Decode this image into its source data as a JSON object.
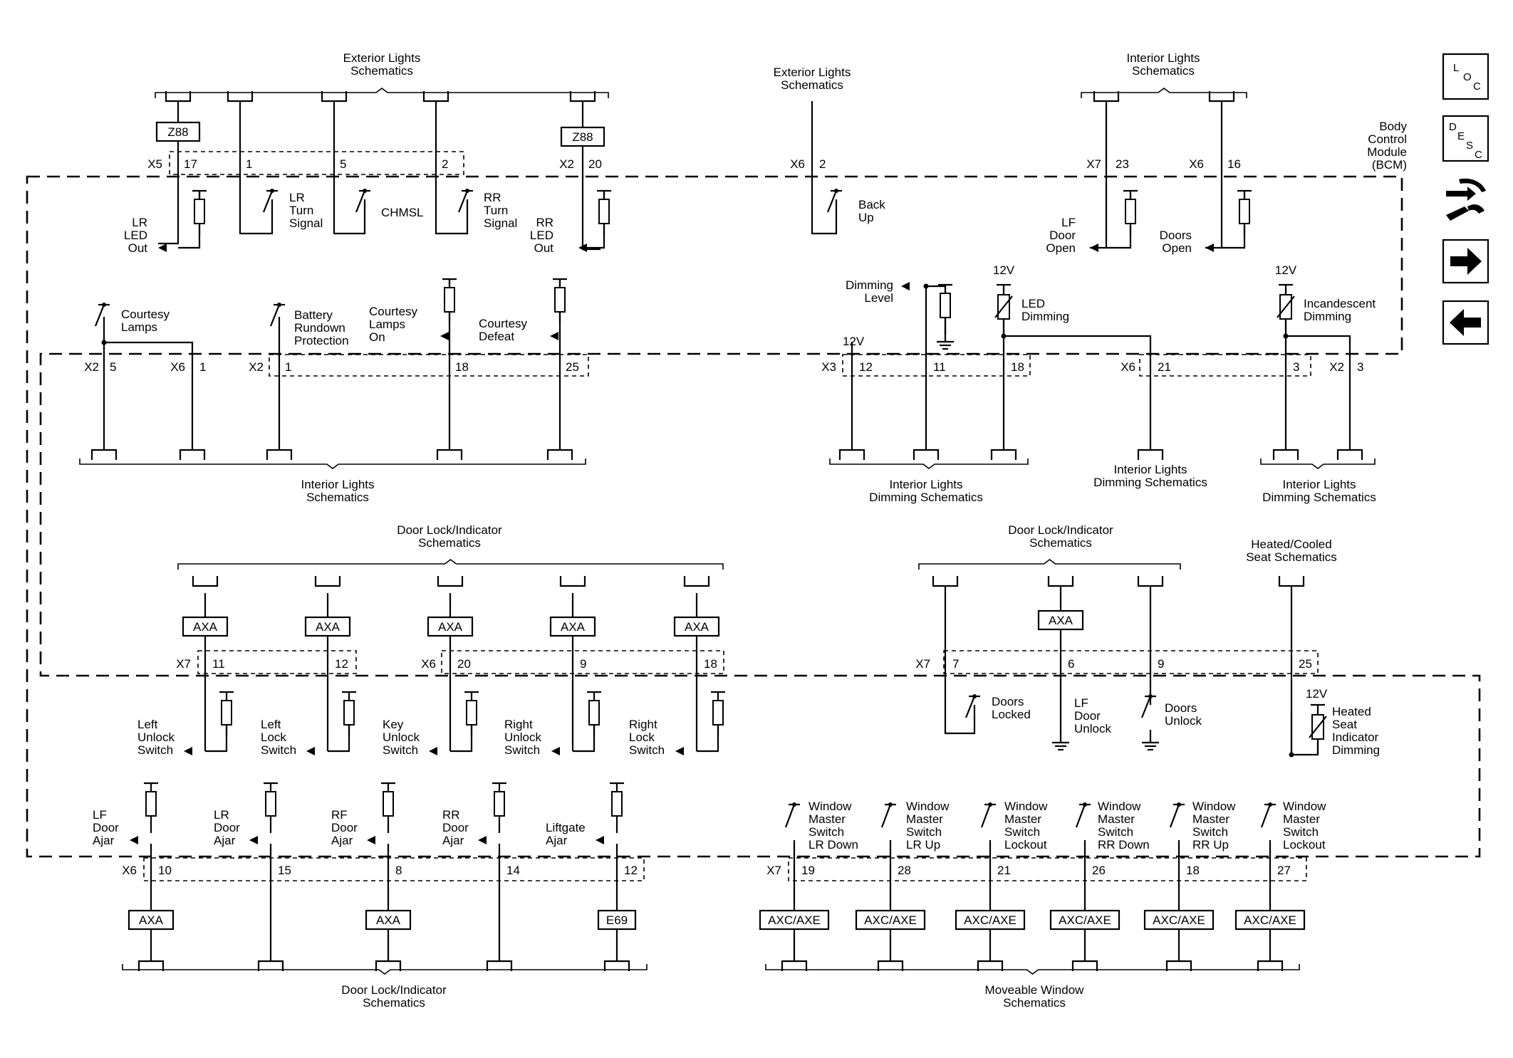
{
  "module": {
    "line1": "Body",
    "line2": "Control",
    "line3": "Module",
    "line4": "(BCM)"
  },
  "nav": [
    {
      "name": "loc-button",
      "sym": [
        "L",
        "O",
        "C"
      ]
    },
    {
      "name": "desc-button",
      "sym": [
        "D",
        "E",
        "S",
        "C"
      ]
    },
    {
      "name": "connector-views-button"
    },
    {
      "name": "next-page-button"
    },
    {
      "name": "previous-page-button"
    }
  ],
  "brackets": [
    [
      "Exterior Lights",
      "Schematics"
    ],
    [
      "Exterior Lights",
      "Schematics"
    ],
    [
      "Interior Lights",
      "Schematics"
    ],
    [
      "Interior Lights",
      "Schematics"
    ],
    [
      "Interior Lights",
      "Dimming Schematics"
    ],
    [
      "Interior Lights",
      "Dimming Schematics"
    ],
    [
      "Interior Lights",
      "Dimming Schematics"
    ],
    [
      "Door Lock/Indicator",
      "Schematics"
    ],
    [
      "Door Lock/Indicator",
      "Schematics"
    ],
    [
      "Heated/Cooled",
      "Seat Schematics"
    ],
    [
      "Door Lock/Indicator",
      "Schematics"
    ],
    [
      "Moveable Window",
      "Schematics"
    ]
  ],
  "tags": [
    "Z88",
    "Z88",
    "AXA",
    "AXA",
    "AXA",
    "AXA",
    "AXA",
    "AXA",
    "AXA",
    "AXA",
    "E69",
    "AXC/AXE",
    "AXC/AXE",
    "AXC/AXE",
    "AXC/AXE",
    "AXC/AXE",
    "AXC/AXE"
  ],
  "connectors": {
    "row1": [
      {
        "conn": "X5",
        "pins": [
          "17",
          "1",
          "5",
          "2"
        ]
      },
      {
        "conn": "X2",
        "pins": [
          "20"
        ]
      },
      {
        "conn": "X6",
        "pins": [
          "2"
        ]
      },
      {
        "conn": "X7",
        "pins": [
          "23"
        ]
      },
      {
        "conn": "X6",
        "pins": [
          "16"
        ]
      }
    ],
    "row2": [
      {
        "conn": "X2",
        "pins": [
          "5"
        ]
      },
      {
        "conn": "X6",
        "pins": [
          "1"
        ]
      },
      {
        "conn": "X2",
        "pins": [
          "1",
          "18",
          "25"
        ]
      },
      {
        "conn": "X3",
        "pins": [
          "12",
          "11",
          "18"
        ]
      },
      {
        "conn": "X6",
        "pins": [
          "21",
          "3"
        ]
      },
      {
        "conn": "X2",
        "pins": [
          "3"
        ]
      }
    ],
    "row3": [
      {
        "conn": "X7",
        "pins": [
          "11",
          "12"
        ]
      },
      {
        "conn": "X6",
        "pins": [
          "20",
          "9",
          "18"
        ]
      },
      {
        "conn": "X7",
        "pins": [
          "7",
          "6",
          "9",
          "25"
        ]
      }
    ],
    "row4": [
      {
        "conn": "X6",
        "pins": [
          "10",
          "15",
          "8",
          "14",
          "12"
        ]
      },
      {
        "conn": "X7",
        "pins": [
          "19",
          "28",
          "21",
          "26",
          "18",
          "27"
        ]
      }
    ]
  },
  "labels": {
    "lr_led_out": [
      "LR",
      "LED",
      "Out"
    ],
    "lr_turn": [
      "LR",
      "Turn",
      "Signal"
    ],
    "chmsl": [
      "CHMSL"
    ],
    "rr_turn": [
      "RR",
      "Turn",
      "Signal"
    ],
    "rr_led_out": [
      "RR",
      "LED",
      "Out"
    ],
    "back_up": [
      "Back",
      "Up"
    ],
    "lf_door_open": [
      "LF",
      "Door",
      "Open"
    ],
    "doors_open": [
      "Doors",
      "Open"
    ],
    "courtesy_lamps": [
      "Courtesy",
      "Lamps"
    ],
    "battery_rundown": [
      "Battery",
      "Rundown",
      "Protection"
    ],
    "courtesy_lamps_on": [
      "Courtesy",
      "Lamps",
      "On"
    ],
    "courtesy_defeat": [
      "Courtesy",
      "Defeat"
    ],
    "dimming_level": [
      "Dimming",
      "Level"
    ],
    "v12_led": [
      "12V"
    ],
    "led_dimming": [
      "LED",
      "Dimming"
    ],
    "v12_inc": [
      "12V"
    ],
    "incandescent_dimming": [
      "Incandescent",
      "Dimming"
    ],
    "v12_x3": [
      "12V"
    ],
    "left_unlock": [
      "Left",
      "Unlock",
      "Switch"
    ],
    "left_lock": [
      "Left",
      "Lock",
      "Switch"
    ],
    "key_unlock": [
      "Key",
      "Unlock",
      "Switch"
    ],
    "right_unlock": [
      "Right",
      "Unlock",
      "Switch"
    ],
    "right_lock": [
      "Right",
      "Lock",
      "Switch"
    ],
    "doors_locked": [
      "Doors",
      "Locked"
    ],
    "lf_door_unlock": [
      "LF",
      "Door",
      "Unlock"
    ],
    "doors_unlock": [
      "Doors",
      "Unlock"
    ],
    "v12_seat": [
      "12V"
    ],
    "heated_seat": [
      "Heated",
      "Seat",
      "Indicator",
      "Dimming"
    ],
    "lf_door_ajar": [
      "LF",
      "Door",
      "Ajar"
    ],
    "lr_door_ajar": [
      "LR",
      "Door",
      "Ajar"
    ],
    "rf_door_ajar": [
      "RF",
      "Door",
      "Ajar"
    ],
    "rr_door_ajar": [
      "RR",
      "Door",
      "Ajar"
    ],
    "liftgate_ajar": [
      "Liftgate",
      "Ajar"
    ],
    "wm_lr_down": [
      "Window",
      "Master",
      "Switch",
      "LR Down"
    ],
    "wm_lr_up": [
      "Window",
      "Master",
      "Switch",
      "LR Up"
    ],
    "wm_lockout1": [
      "Window",
      "Master",
      "Switch",
      "Lockout"
    ],
    "wm_rr_down": [
      "Window",
      "Master",
      "Switch",
      "RR Down"
    ],
    "wm_rr_up": [
      "Window",
      "Master",
      "Switch",
      "RR Up"
    ],
    "wm_lockout2": [
      "Window",
      "Master",
      "Switch",
      "Lockout"
    ]
  }
}
